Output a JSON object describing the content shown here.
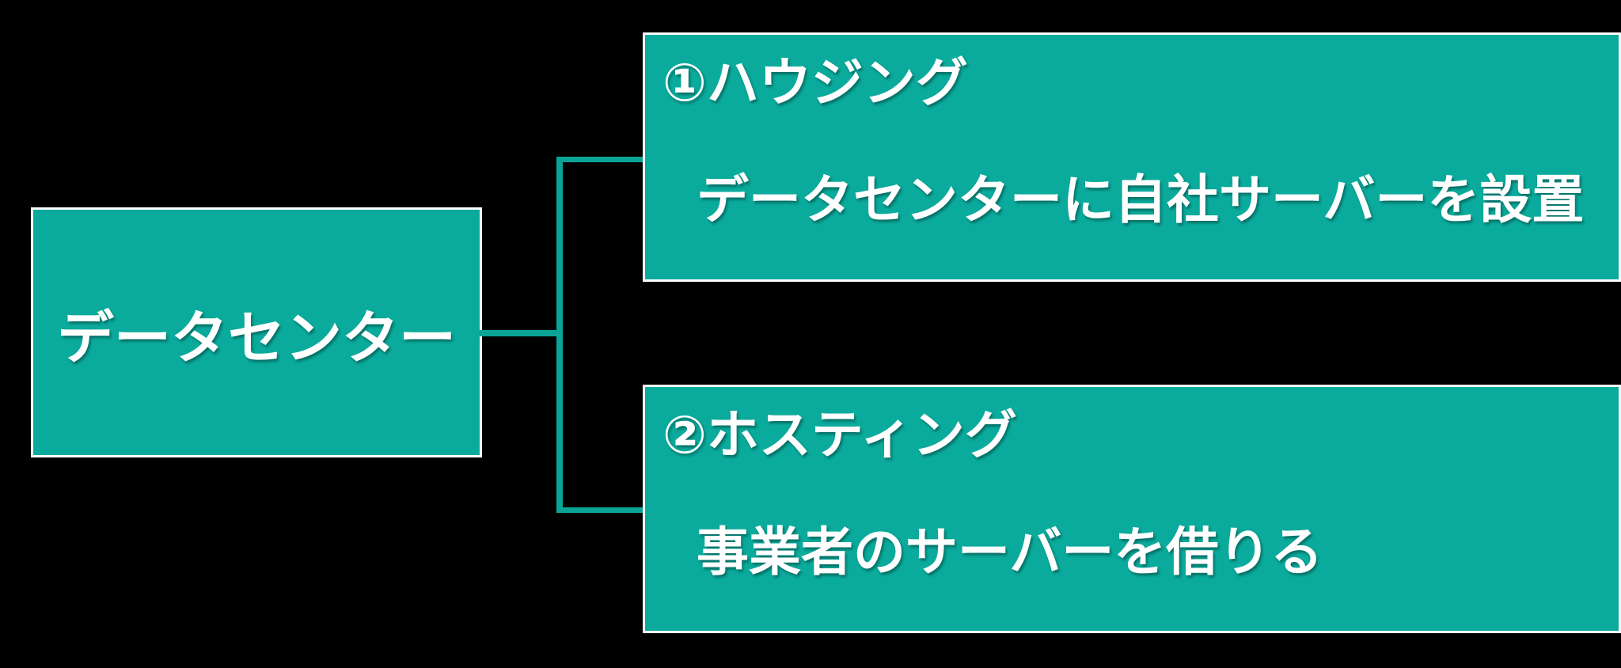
{
  "colors": {
    "background": "#000000",
    "box_fill": "#0aab9c",
    "box_border": "#ffffff",
    "connector": "#0aa496",
    "text": "#ffffff"
  },
  "diagram": {
    "root": {
      "label": "データセンター"
    },
    "branches": [
      {
        "number": "①",
        "title": "①ハウジング",
        "description": "データセンターに自社サーバーを設置"
      },
      {
        "number": "②",
        "title": "②ホスティング",
        "description": "事業者のサーバーを借りる"
      }
    ]
  }
}
